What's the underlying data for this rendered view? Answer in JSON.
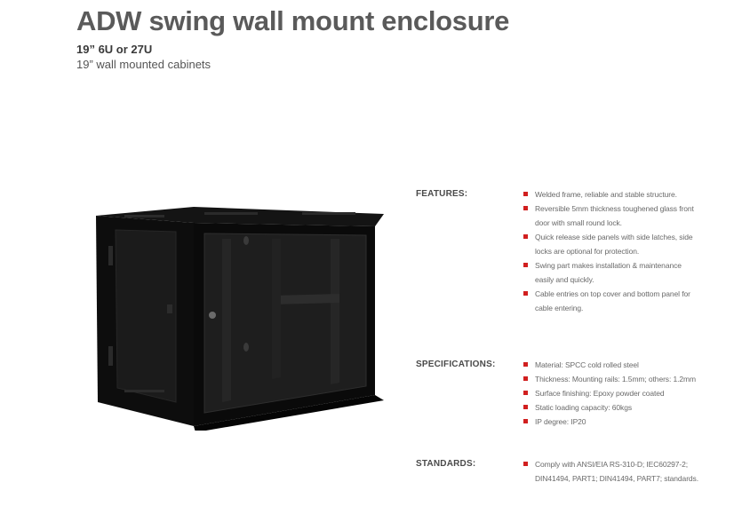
{
  "header": {
    "title": "ADW swing wall mount enclosure",
    "subtitle": "19” 6U or 27U",
    "subtitle2": "19” wall mounted cabinets"
  },
  "colors": {
    "bullet": "#d11f1f",
    "title": "#5a5a5a"
  },
  "product_image": {
    "alt": "black wall mount cabinet with glass front door"
  },
  "sections": {
    "features": {
      "label": "FEATURES:",
      "items": [
        "Welded frame, reliable and stable structure.",
        "Reversible 5mm thickness toughened glass front door with small round lock.",
        "Quick release side panels with side latches, side locks are optional for protection.",
        "Swing part makes installation & maintenance easily and quickly.",
        "Cable entries on top cover and bottom panel for cable entering."
      ]
    },
    "specifications": {
      "label": "SPECIFICATIONS:",
      "items": [
        "Material: SPCC cold rolled steel",
        "Thickness: Mounting rails: 1.5mm; others: 1.2mm",
        "Surface finishing: Epoxy powder coated",
        "Static loading capacity: 60kgs",
        "IP degree: IP20"
      ]
    },
    "standards": {
      "label": "STANDARDS:",
      "items": [
        "Comply with ANSI/EIA RS-310-D; IEC60297-2; DIN41494, PART1; DIN41494, PART7; standards."
      ]
    }
  }
}
